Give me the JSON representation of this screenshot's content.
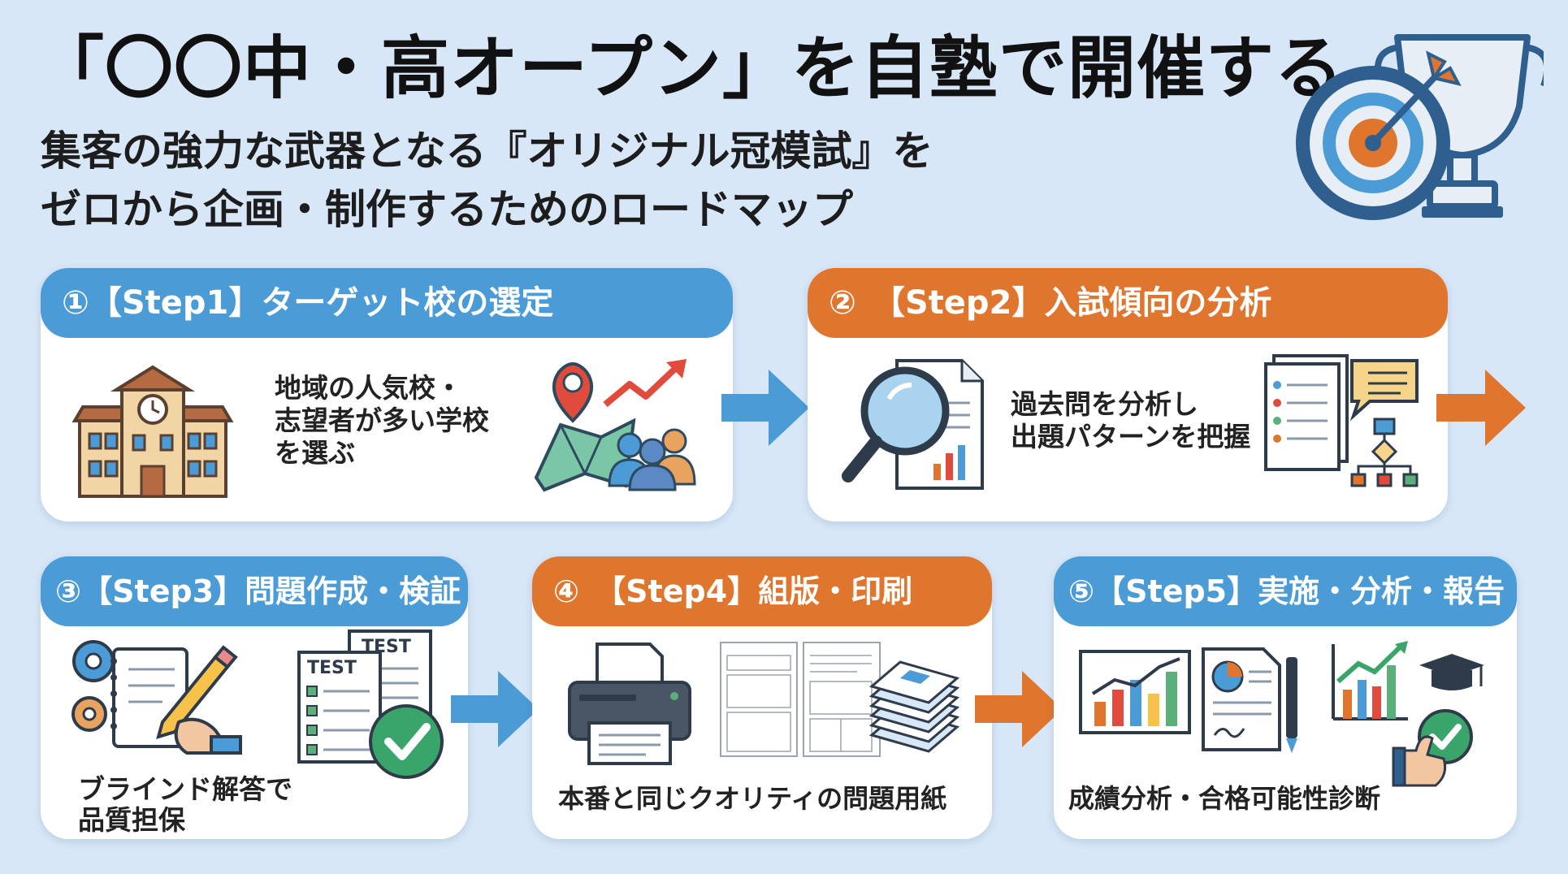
{
  "title": "「〇〇中・高オープン」を自塾で開催する",
  "subtitle": {
    "line1": "集客の強力な武器となる『オリジナル冠模試』を",
    "line2": "ゼロから企画・制作するためのロードマップ"
  },
  "steps": [
    {
      "label": "①【Step1】ターゲット校の選定",
      "desc_lines": [
        "地域の人気校・",
        "志望者が多い学校",
        "を選ぶ"
      ],
      "color": "#4b9bd6"
    },
    {
      "label": "②　【Step2】入試傾向の分析",
      "desc_lines": [
        "過去問を分析し",
        "出題パターンを把握"
      ],
      "color": "#e0752d"
    },
    {
      "label": "③【Step3】問題作成・検証",
      "desc_lines": [
        "ブラインド解答で",
        "品質担保"
      ],
      "test_labels": [
        "TEST",
        "TEST"
      ],
      "color": "#4b9bd6"
    },
    {
      "label": "④　【Step4】組版・印刷",
      "desc_lines": [
        "本番と同じクオリティの問題用紙"
      ],
      "color": "#e0752d"
    },
    {
      "label": "⑤【Step5】実施・分析・報告",
      "desc_lines": [
        "成績分析・合格可能性診断"
      ],
      "color": "#4b9bd6"
    }
  ],
  "icons": {
    "hero": "target-trophy-icon",
    "step1": [
      "school-building-icon",
      "map-pin-growth-people-icon"
    ],
    "step2": [
      "magnifier-document-icon",
      "document-flowchart-icon"
    ],
    "step3": [
      "notebook-pencil-gear-icon",
      "test-papers-check-icon"
    ],
    "step4": [
      "printer-icon",
      "exam-sheets-icon",
      "paper-stack-icon"
    ],
    "step5": [
      "bar-chart-icon",
      "report-pen-icon",
      "growth-graduation-icon"
    ]
  }
}
